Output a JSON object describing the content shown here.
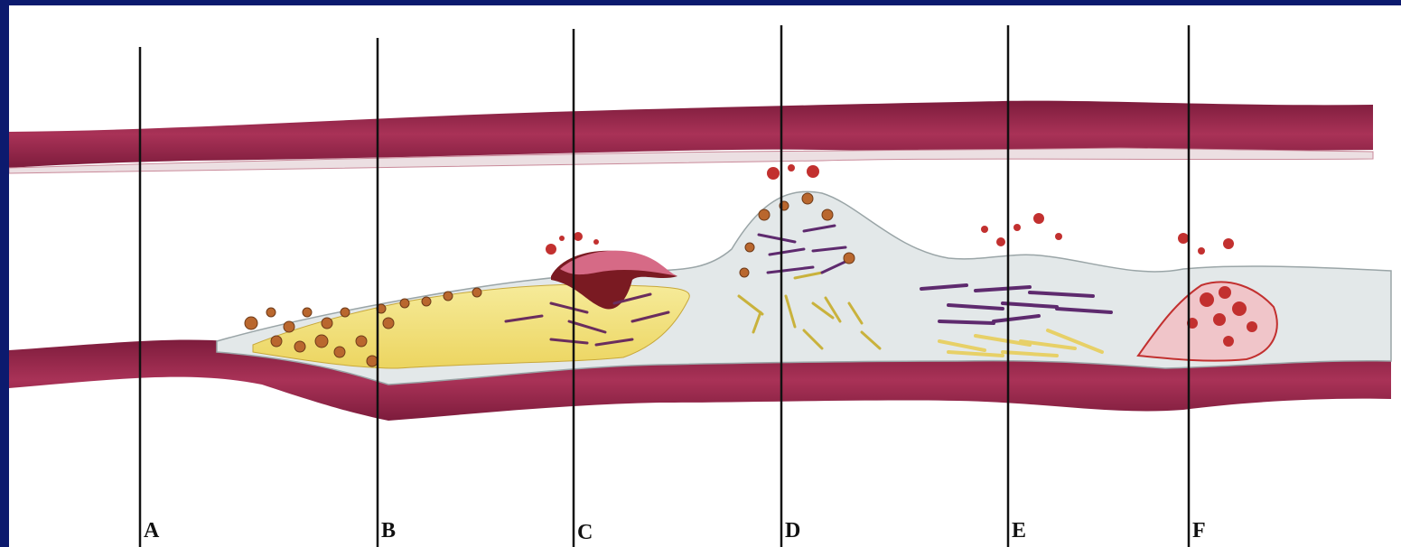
{
  "diagram": {
    "stages": [
      {
        "label": "A"
      },
      {
        "label": "B"
      },
      {
        "label": "C"
      },
      {
        "label": "D"
      },
      {
        "label": "E"
      },
      {
        "label": "F"
      }
    ]
  },
  "colors": {
    "background_frame": "#0c1a6e",
    "vessel_wall": "#9c2a4d",
    "lipid_core": "#f2e27a",
    "fibrous_cap": "#d9dfe0",
    "red_cells": "#c2302f",
    "smooth_muscle": "#5e2a6e"
  }
}
